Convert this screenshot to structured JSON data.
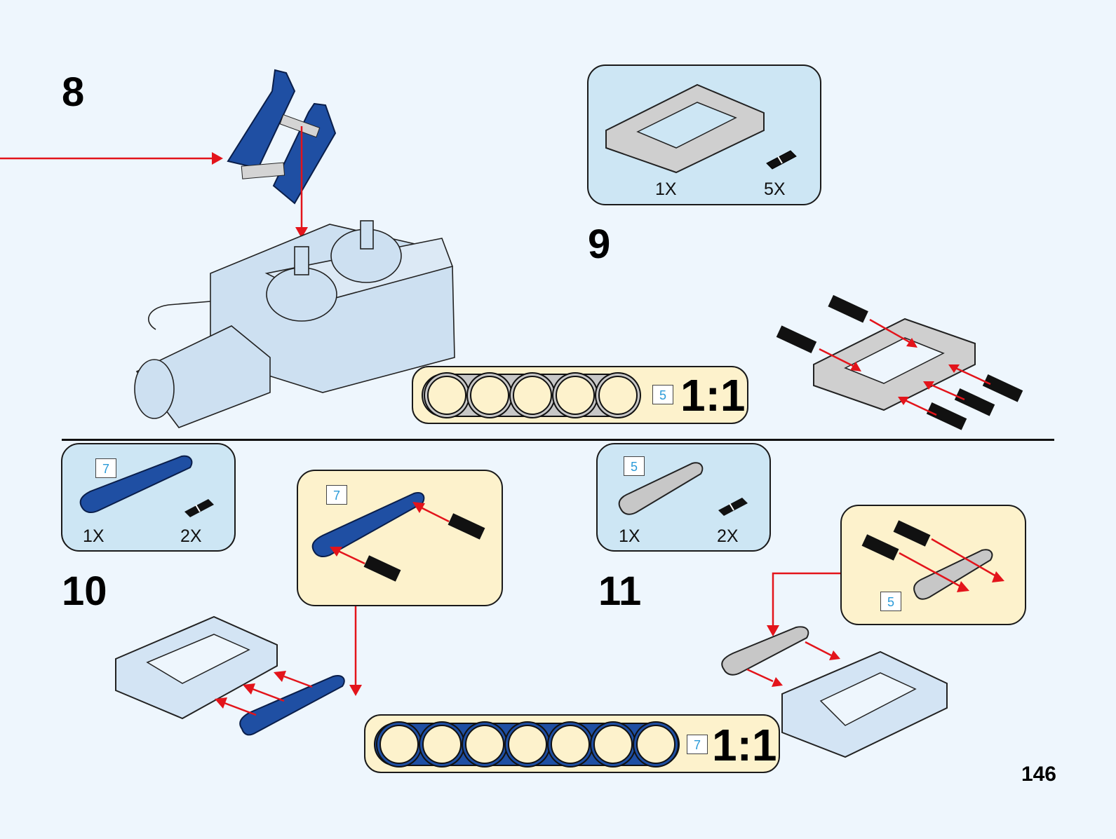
{
  "page": {
    "number": "146"
  },
  "colors": {
    "background": "#eef6fd",
    "parts_box": "#cde6f4",
    "subassembly_box": "#fdf2cc",
    "arrow": "#e3141b",
    "blue_beam": "#1f4fa3",
    "gray_beam": "#c7c7c7",
    "length_tag_text": "#2a9ad8"
  },
  "steps": [
    {
      "number": "8",
      "description": "Attach blue bracket subassembly onto motor output axle"
    },
    {
      "number": "9",
      "parts": [
        {
          "part": "open frame 5x7",
          "color": "light gray",
          "quantity": "1X"
        },
        {
          "part": "black friction pin",
          "color": "black",
          "quantity": "5X"
        }
      ],
      "ratio_guide": {
        "beam_length": "5",
        "holes": 5,
        "color": "gray",
        "scale": "1:1"
      }
    },
    {
      "number": "10",
      "parts": [
        {
          "part": "beam",
          "length_tag": "7",
          "color": "blue",
          "quantity": "1X"
        },
        {
          "part": "black friction pin",
          "color": "black",
          "quantity": "2X"
        }
      ],
      "subassembly": {
        "length_tag": "7"
      },
      "ratio_guide": {
        "beam_length": "7",
        "holes": 7,
        "color": "blue",
        "scale": "1:1"
      }
    },
    {
      "number": "11",
      "parts": [
        {
          "part": "beam",
          "length_tag": "5",
          "color": "light gray",
          "quantity": "1X"
        },
        {
          "part": "black friction pin",
          "color": "black",
          "quantity": "2X"
        }
      ],
      "subassembly": {
        "length_tag": "5"
      }
    }
  ]
}
